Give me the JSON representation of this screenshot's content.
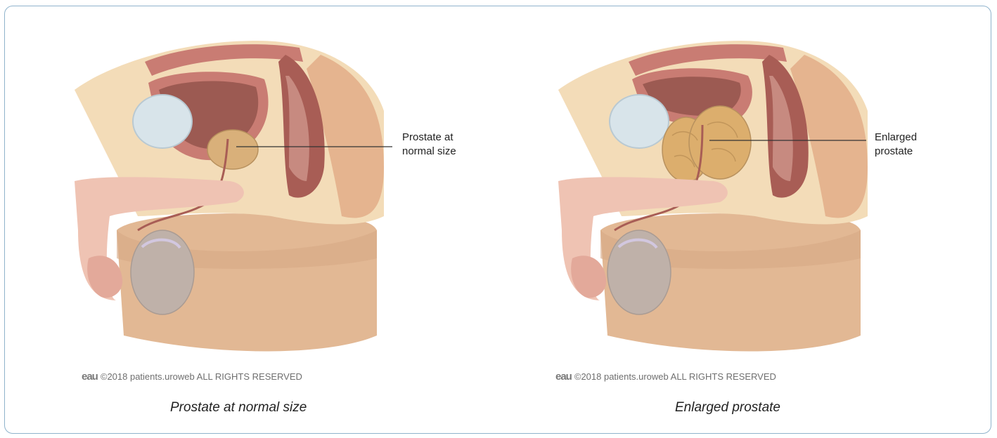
{
  "figures": [
    {
      "callout_text": "Prostate at\nnormal size",
      "copyright_logo": "eau",
      "copyright_text": "©2018 patients.uroweb ALL RIGHTS RESERVED",
      "caption": "Prostate at normal size"
    },
    {
      "callout_text": "Enlarged\nprostate",
      "copyright_logo": "eau",
      "copyright_text": "©2018 patients.uroweb ALL RIGHTS RESERVED",
      "caption": "Enlarged prostate"
    }
  ],
  "colors": {
    "frame_border": "#8fb3cc",
    "skin": "#e9c5a7",
    "skin_shadow": "#d7a985",
    "fat": "#f3dcb8",
    "muscle": "#c97c73",
    "muscle_dark": "#a85d55",
    "bladder_inner": "#9c5a52",
    "prostate": "#d9b07a",
    "prostate_enlarged": "#dcae6d",
    "pubic_bone": "#d8e4ea",
    "penis": "#efc3b3",
    "testis": "#bfb1a9"
  }
}
